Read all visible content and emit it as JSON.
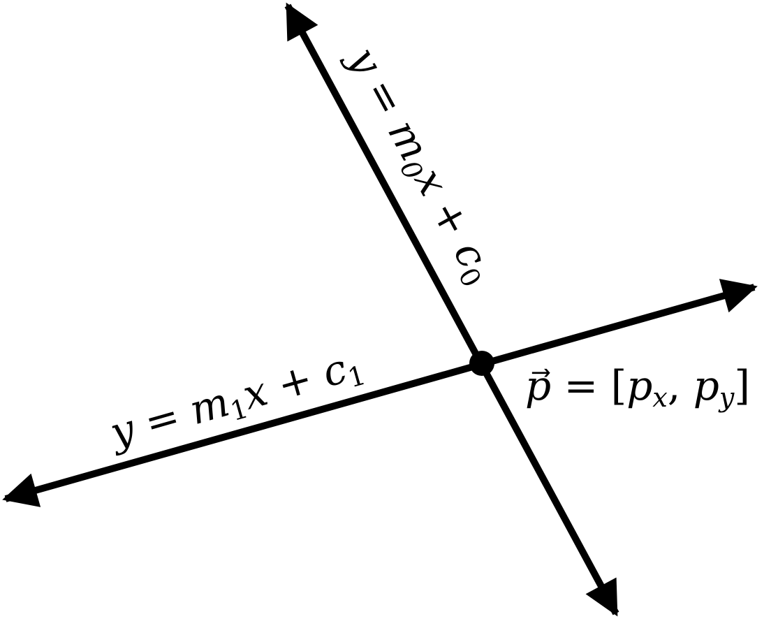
{
  "line0": {
    "label": {
      "y": "y",
      "eq": " = ",
      "m": "m",
      "m_sub": "0",
      "x": "x",
      "plus": " + ",
      "c": "c",
      "c_sub": "0"
    }
  },
  "line1": {
    "label": {
      "y": "y",
      "eq": " = ",
      "m": "m",
      "m_sub": "1",
      "x": "x",
      "plus": " + ",
      "c": "c",
      "c_sub": "1"
    }
  },
  "point": {
    "label": {
      "p": "p",
      "arrow": "⃗",
      "eq": " = [",
      "px": "p",
      "px_sub": "x",
      "comma": ", ",
      "py": "p",
      "py_sub": "y",
      "close": "]"
    }
  },
  "colors": {
    "stroke": "#000000",
    "background": "#ffffff"
  }
}
